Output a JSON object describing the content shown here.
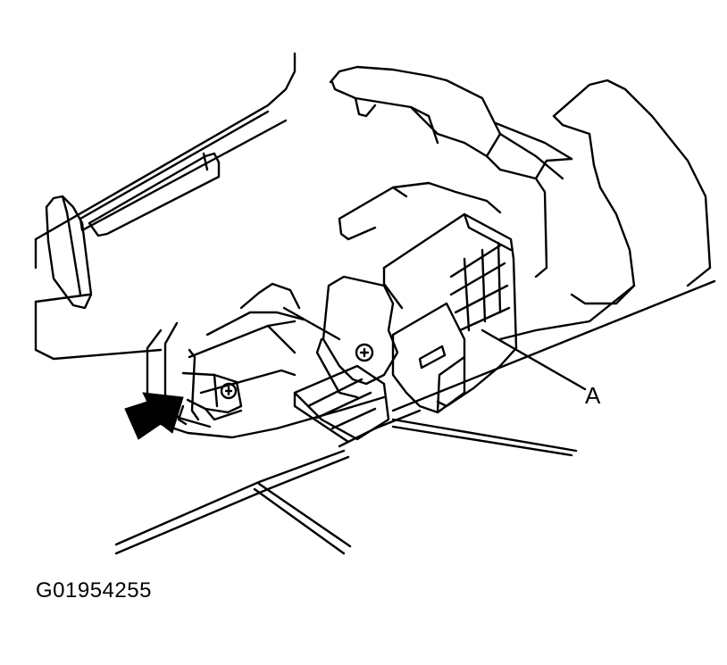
{
  "figure": {
    "id": "G01954255",
    "callouts": [
      {
        "label": "A",
        "target": "electrical-connector"
      }
    ],
    "indicators": [
      {
        "type": "arrow",
        "direction": "right",
        "target": "mounting-clip"
      }
    ],
    "colors": {
      "line": "#000000",
      "background": "#ffffff"
    }
  }
}
